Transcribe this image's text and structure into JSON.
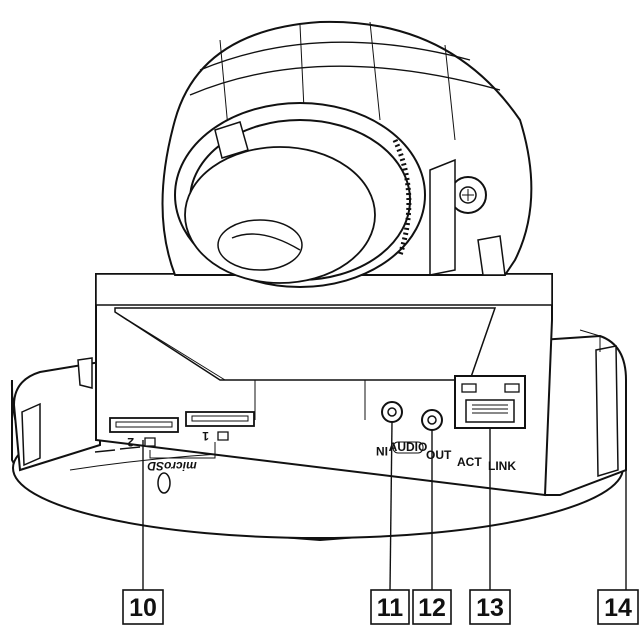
{
  "diagram": {
    "callouts": [
      {
        "id": "10",
        "target": "micro-sd-slots"
      },
      {
        "id": "11",
        "target": "audio-in-jack"
      },
      {
        "id": "12",
        "target": "audio-out-jack"
      },
      {
        "id": "13",
        "target": "lan-port"
      },
      {
        "id": "14",
        "target": "side-edge"
      }
    ],
    "labels": {
      "micro_sd": "microSD",
      "slot_1": "1",
      "slot_2": "2",
      "audio_in": "IN",
      "audio_badge": "AUDIO",
      "audio_out": "OUT",
      "act": "ACT",
      "link": "LINK"
    }
  }
}
